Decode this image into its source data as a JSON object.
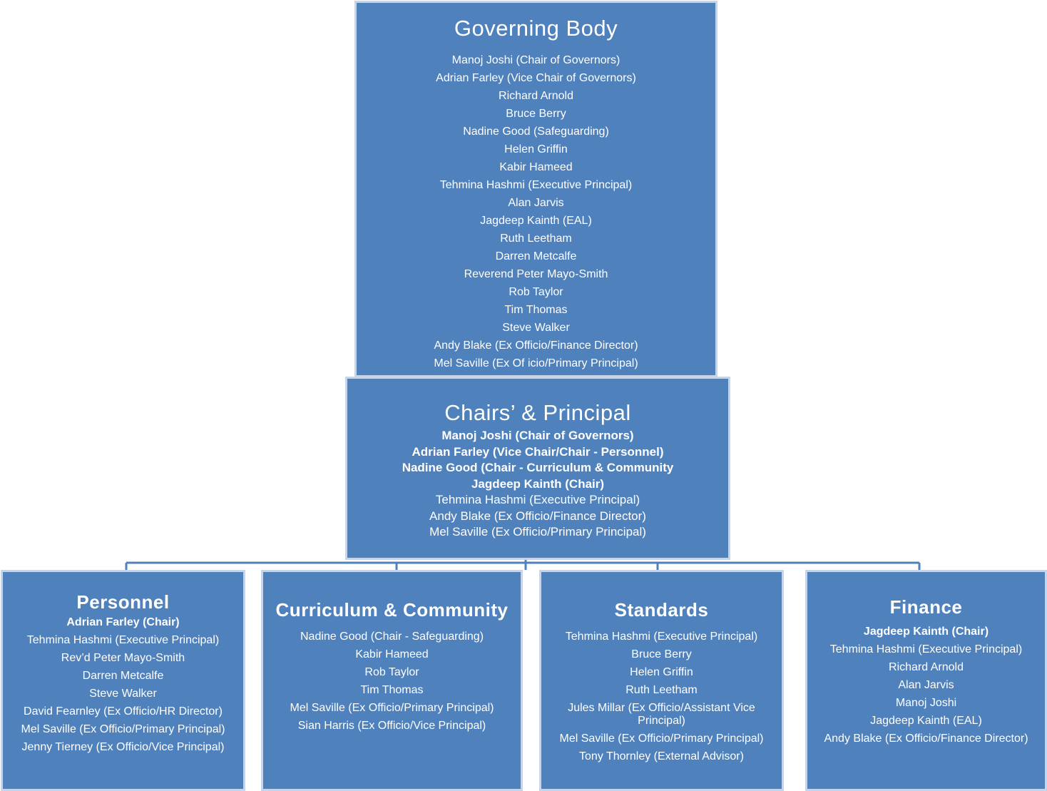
{
  "governing_body": {
    "title": "Governing Body",
    "members": [
      "Manoj Joshi (Chair of Governors)",
      "Adrian Farley (Vice Chair of Governors)",
      "Richard Arnold",
      "Bruce Berry",
      "Nadine Good (Safeguarding)",
      "Helen Griffin",
      "Kabir Hameed",
      "Tehmina Hashmi (Executive Principal)",
      "Alan Jarvis",
      "Jagdeep Kainth (EAL)",
      "Ruth Leetham",
      "Darren Metcalfe",
      "Reverend Peter Mayo-Smith",
      "Rob Taylor",
      "Tim Thomas",
      "Steve Walker",
      "Andy Blake (Ex Officio/Finance Director)",
      "Mel Saville (Ex Of icio/Primary Principal)"
    ]
  },
  "chairs_principal": {
    "title": "Chairs’ & Principal",
    "members": [
      "Manoj Joshi (Chair of Governors)",
      "Adrian  Farley (Vice Chair/Chair - Personnel)",
      "Nadine Good (Chair - Curriculum & Community",
      "Jagdeep Kainth (Chair)",
      "Tehmina Hashmi (Executive Principal)",
      "Andy Blake (Ex Officio/Finance Director)",
      "Mel Saville (Ex Officio/Primary Principal)"
    ]
  },
  "committees": {
    "personnel": {
      "title": "Personnel",
      "members": [
        "Adrian Farley (Chair)",
        "Tehmina Hashmi (Executive Principal)",
        "Rev’d Peter Mayo-Smith",
        "Darren Metcalfe",
        "Steve Walker",
        "David Fearnley (Ex Officio/HR Director)",
        "Mel Saville (Ex Officio/Primary Principal)",
        "Jenny Tierney (Ex Officio/Vice Principal)"
      ]
    },
    "curriculum": {
      "title": "Curriculum & Community",
      "members": [
        "Nadine Good (Chair - Safeguarding)",
        "Kabir Hameed",
        "Rob Taylor",
        "Tim Thomas",
        "Mel Saville (Ex Officio/Primary Principal)",
        "Sian Harris (Ex Officio/Vice Principal)"
      ]
    },
    "standards": {
      "title": "Standards",
      "members": [
        "Tehmina Hashmi (Executive Principal)",
        "Bruce Berry",
        "Helen Griffin",
        "Ruth Leetham",
        "Jules Millar (Ex Officio/Assistant Vice Principal)",
        "Mel Saville (Ex Officio/Primary Principal)",
        "Tony Thornley (External Advisor)"
      ]
    },
    "finance": {
      "title": "Finance",
      "members": [
        "Jagdeep Kainth (Chair)",
        "Tehmina Hashmi (Executive Principal)",
        "Richard Arnold",
        "Alan Jarvis",
        "Manoj Joshi",
        "Jagdeep Kainth (EAL)",
        "Andy Blake (Ex Officio/Finance Director)"
      ]
    }
  },
  "colors": {
    "box_fill": "#4f81bd",
    "box_border": "#c7d5ea",
    "connector": "#4f81bd",
    "text": "#ffffff"
  }
}
